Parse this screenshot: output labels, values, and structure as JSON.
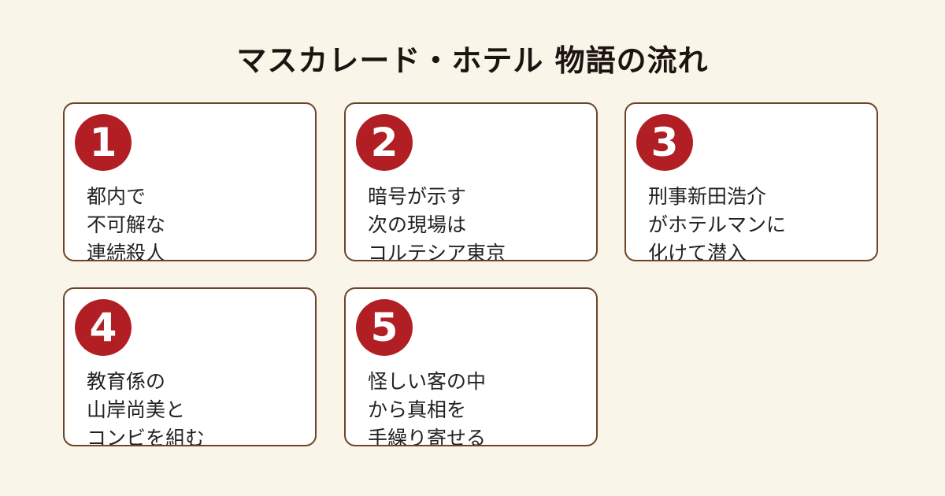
{
  "title": "マスカレード・ホテル 物語の流れ",
  "steps": [
    {
      "number": "1",
      "lines": [
        "都内で",
        "不可解な",
        "連続殺人"
      ]
    },
    {
      "number": "2",
      "lines": [
        "暗号が示す",
        "次の現場は",
        "コルテシア東京"
      ]
    },
    {
      "number": "3",
      "lines": [
        "刑事新田浩介",
        "がホテルマンに",
        "化けて潜入"
      ]
    },
    {
      "number": "4",
      "lines": [
        "教育係の",
        "山岸尚美と",
        "コンビを組む"
      ]
    },
    {
      "number": "5",
      "lines": [
        "怪しい客の中",
        "から真相を",
        "手繰り寄せる"
      ]
    }
  ],
  "colors": {
    "background": "#faf5e9",
    "card_border": "#6b4429",
    "badge": "#b11f24"
  }
}
